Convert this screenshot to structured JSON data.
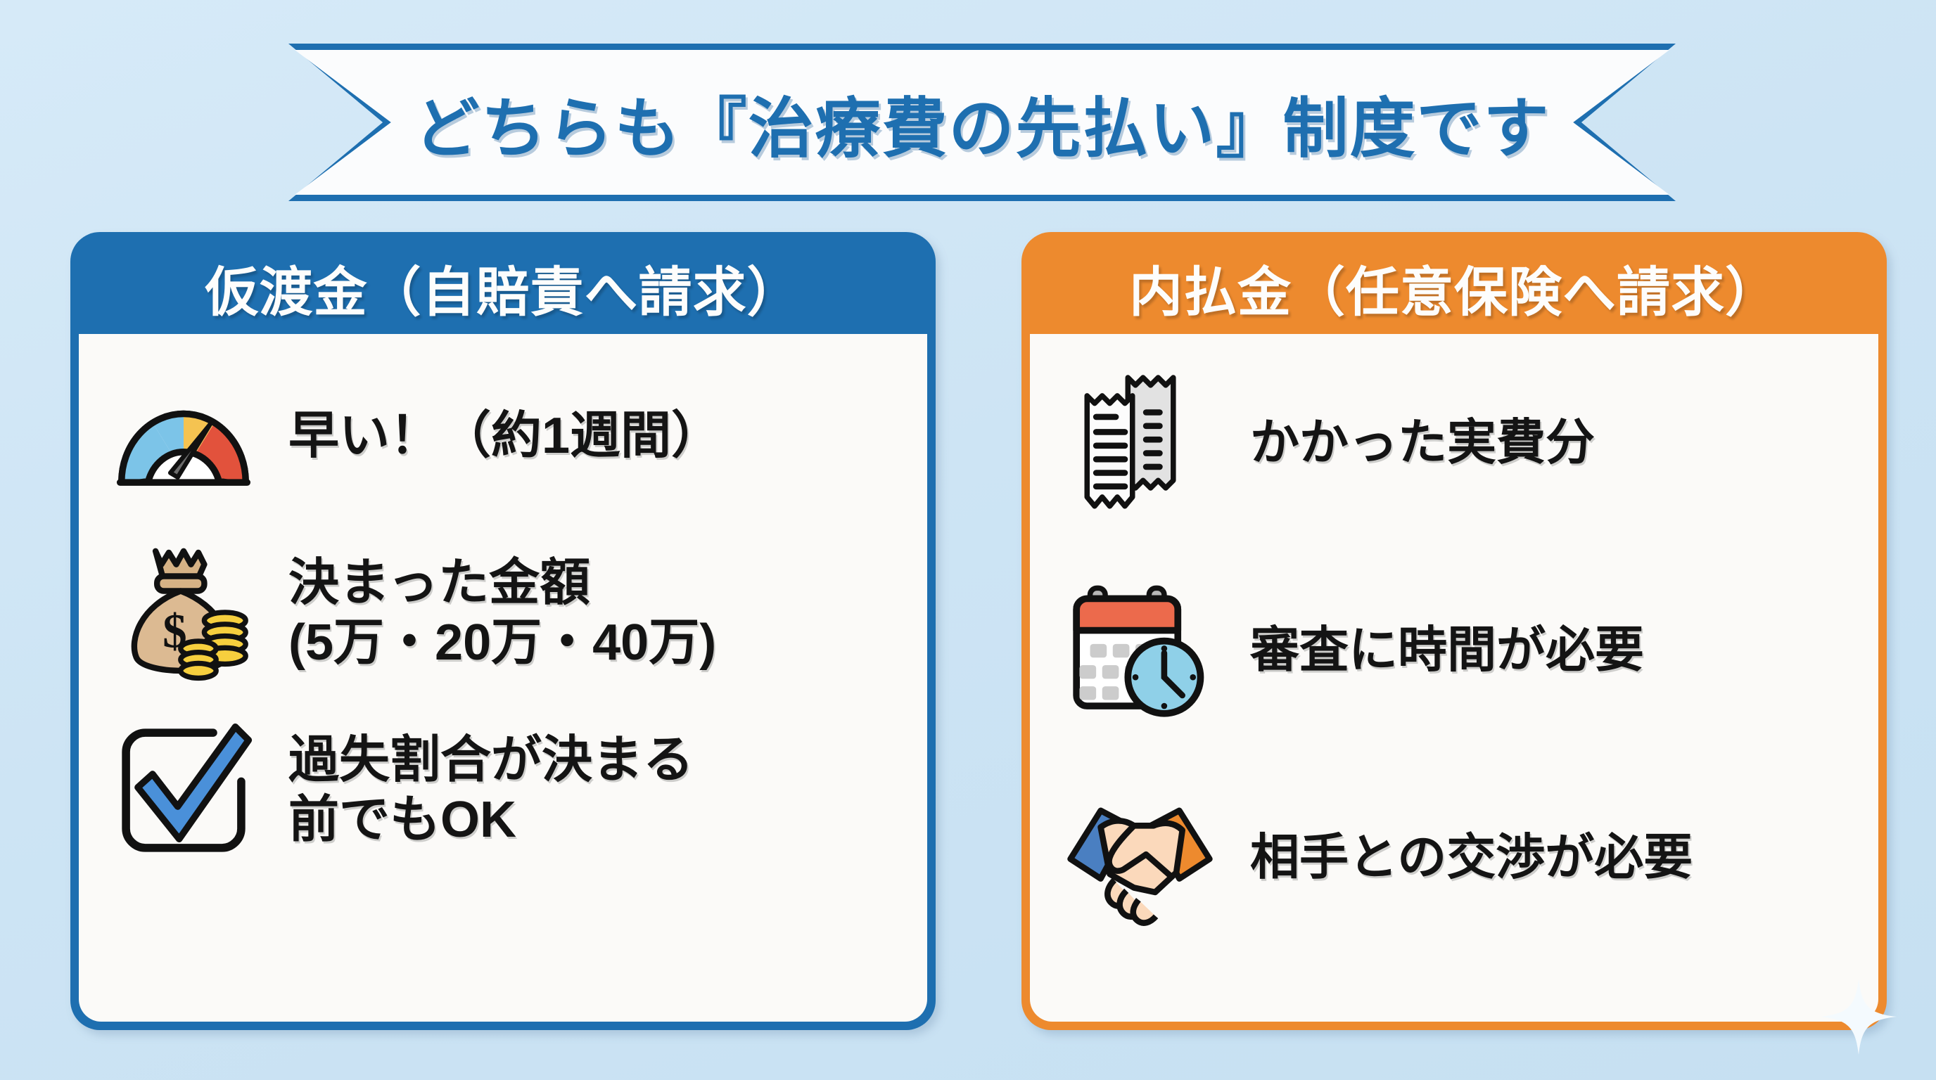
{
  "banner": {
    "title": "どちらも『治療費の先払い』制度です",
    "border_color": "#1e6fb0",
    "fill_color": "#fbfcfd",
    "text_color": "#1e6fb0"
  },
  "background_color": "#cde4f4",
  "cards": [
    {
      "id": "karitashikin",
      "header": "仮渡金（自賠責へ請求）",
      "accent_color": "#1e6fb0",
      "body_color": "#fbfaf8",
      "features": [
        {
          "icon": "speedometer-icon",
          "text": "早い！（約1週間）"
        },
        {
          "icon": "money-bag-icon",
          "text": "決まった金額\n(5万・20万・40万)"
        },
        {
          "icon": "checkbox-check-icon",
          "text": "過失割合が決まる\n前でもOK"
        }
      ]
    },
    {
      "id": "uchiharaikin",
      "header": "内払金（任意保険へ請求）",
      "accent_color": "#ed8a2e",
      "body_color": "#fbfaf8",
      "features": [
        {
          "icon": "receipt-icon",
          "text": "かかった実費分"
        },
        {
          "icon": "calendar-clock-icon",
          "text": "審査に時間が必要"
        },
        {
          "icon": "handshake-icon",
          "text": "相手との交渉が必要"
        }
      ]
    }
  ],
  "decorations": {
    "sparkle": "sparkle-icon"
  }
}
